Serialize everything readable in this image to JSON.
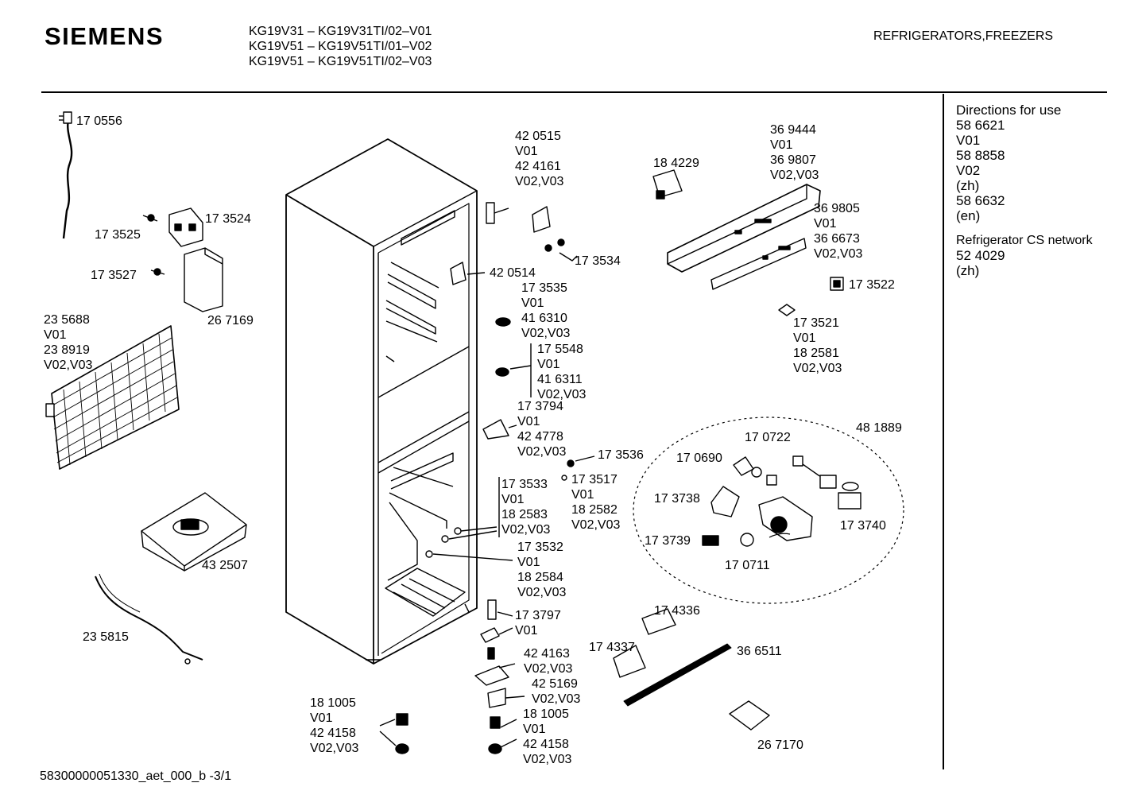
{
  "header": {
    "brand": "SIEMENS",
    "models": [
      "KG19V31 – KG19V31TI/02–V01",
      "KG19V51 – KG19V51TI/01–V02",
      "KG19V51 – KG19V51TI/02–V03"
    ],
    "category": "REFRIGERATORS,FREEZERS"
  },
  "sidebar": {
    "title": "Directions for use",
    "entries": [
      "58 6621",
      "V01",
      "58 8858",
      "V02",
      "(zh)",
      "58 6632",
      "(en)"
    ],
    "network_title": "Refrigerator CS network",
    "network_entries": [
      "52 4029",
      "(zh)"
    ]
  },
  "footer": {
    "doc_id": "58300000051330_aet_000_b  -3/1"
  },
  "parts": {
    "p170556": [
      "17 0556"
    ],
    "p173524": [
      "17 3524"
    ],
    "p173525": [
      "17 3525"
    ],
    "p173527": [
      "17 3527"
    ],
    "p267169": [
      "26 7169"
    ],
    "p235688": [
      "23 5688",
      "V01",
      "23 8919",
      "V02,V03"
    ],
    "p432507": [
      "43 2507"
    ],
    "p235815": [
      "23 5815"
    ],
    "p181005a": [
      "18 1005",
      "V01",
      "42 4158",
      "V02,V03"
    ],
    "p420515": [
      "42 0515",
      "V01",
      "42 4161",
      "V02,V03"
    ],
    "p173534": [
      "17 3534"
    ],
    "p420514": [
      "42 0514"
    ],
    "p173535": [
      "17 3535",
      "V01",
      "41 6310",
      "V02,V03"
    ],
    "p175548": [
      "17 5548",
      "V01",
      "41 6311",
      "V02,V03"
    ],
    "p173794": [
      "17 3794",
      "V01",
      "42 4778",
      "V02,V03"
    ],
    "p173536": [
      "17 3536"
    ],
    "p173517": [
      "17 3517",
      "V01",
      "18 2582",
      "V02,V03"
    ],
    "p173533": [
      "17 3533",
      "V01",
      "18 2583",
      "V02,V03"
    ],
    "p173532": [
      "17 3532",
      "V01",
      "18 2584",
      "V02,V03"
    ],
    "p173797": [
      "17 3797",
      "V01"
    ],
    "p424163": [
      "42 4163",
      "V02,V03"
    ],
    "p425169": [
      "42 5169",
      "V02,V03"
    ],
    "p181005b": [
      "18 1005",
      "V01",
      "42 4158",
      "V02,V03"
    ],
    "p184229": [
      "18 4229"
    ],
    "p369444": [
      "36 9444",
      "V01",
      "36 9807",
      "V02,V03"
    ],
    "p369805": [
      "36 9805",
      "V01",
      "36 6673",
      "V02,V03"
    ],
    "p173522": [
      "17 3522"
    ],
    "p173521": [
      "17 3521",
      "V01",
      "18 2581",
      "V02,V03"
    ],
    "p481889": [
      "48 1889"
    ],
    "p170722": [
      "17 0722"
    ],
    "p170690": [
      "17 0690"
    ],
    "p173738": [
      "17 3738"
    ],
    "p173740": [
      "17 3740"
    ],
    "p173739": [
      "17 3739"
    ],
    "p170711": [
      "17 0711"
    ],
    "p174336": [
      "17 4336"
    ],
    "p174337": [
      "17 4337"
    ],
    "p366511": [
      "36 6511"
    ],
    "p267170": [
      "26 7170"
    ]
  }
}
